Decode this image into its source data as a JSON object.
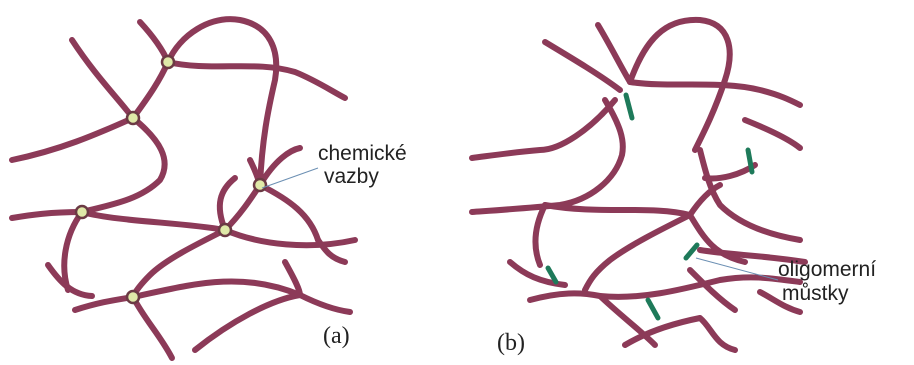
{
  "panel_a": {
    "label": "(a)",
    "annotation_line1": "chemické",
    "annotation_line2": "vazby"
  },
  "panel_b": {
    "label": "(b)",
    "annotation_line1": "oligomerní",
    "annotation_line2": "můstky"
  },
  "colors": {
    "chain": "#8c3a58",
    "crosslink_node": "#dfe9a8",
    "oligomer_bridge": "#1e7a5a"
  }
}
